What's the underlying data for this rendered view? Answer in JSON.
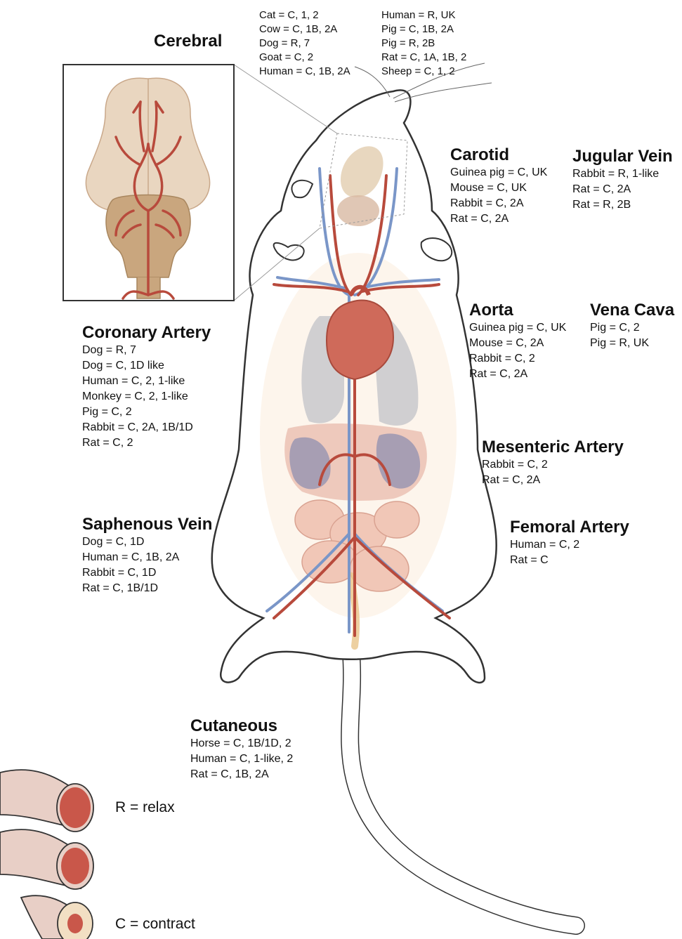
{
  "groups": {
    "cerebral": {
      "title": "Cerebral",
      "col1": [
        "Cat = C, 1, 2",
        "Cow = C, 1B, 2A",
        "Dog = R, 7",
        "Goat = C, 2",
        "Human = C, 1B, 2A"
      ],
      "col2": [
        "Human = R, UK",
        "Pig = C, 1B, 2A",
        "Pig = R, 2B",
        "Rat = C,  1A, 1B, 2",
        "Sheep = C, 1, 2"
      ]
    },
    "carotid": {
      "title": "Carotid",
      "entries": [
        "Guinea pig = C, UK",
        "Mouse = C, UK",
        "Rabbit = C, 2A",
        "Rat = C, 2A"
      ]
    },
    "jugular": {
      "title": "Jugular Vein",
      "entries": [
        "Rabbit = R, 1-like",
        "Rat = C, 2A",
        "Rat = R, 2B"
      ]
    },
    "aorta": {
      "title": "Aorta",
      "entries": [
        "Guinea pig = C, UK",
        "Mouse = C, 2A",
        "Rabbit = C, 2",
        "Rat = C, 2A"
      ]
    },
    "venacava": {
      "title": "Vena Cava",
      "entries": [
        "Pig = C, 2",
        "Pig = R, UK"
      ]
    },
    "coronary": {
      "title": "Coronary Artery",
      "entries": [
        "Dog = R, 7",
        "Dog = C, 1D like",
        "Human = C, 2, 1-like",
        "Monkey = C, 2, 1-like",
        "Pig = C, 2",
        "Rabbit = C, 2A, 1B/1D",
        "Rat = C, 2"
      ]
    },
    "mesenteric": {
      "title": "Mesenteric Artery",
      "entries": [
        "Rabbit = C, 2",
        "Rat = C, 2A"
      ]
    },
    "saphenous": {
      "title": "Saphenous Vein",
      "entries": [
        "Dog = C, 1D",
        "Human = C, 1B, 2A",
        "Rabbit = C, 1D",
        "Rat = C, 1B/1D"
      ]
    },
    "femoral": {
      "title": "Femoral Artery",
      "entries": [
        "Human = C, 2",
        "Rat = C"
      ]
    },
    "cutaneous": {
      "title": "Cutaneous",
      "entries": [
        "Horse = C, 1B/1D, 2",
        "Human = C, 1-like, 2",
        "Rat = C, 1B, 2A"
      ]
    }
  },
  "legend": {
    "relax": "R = relax",
    "contract": "C = contract"
  },
  "colors": {
    "artery": "#b84a3c",
    "vein": "#7a96c8",
    "brain": "#e9d6c0",
    "cerebellum": "#c9a67e",
    "heart": "#cf6a5a",
    "lung": "#c8c8cc",
    "outline": "#333333"
  }
}
